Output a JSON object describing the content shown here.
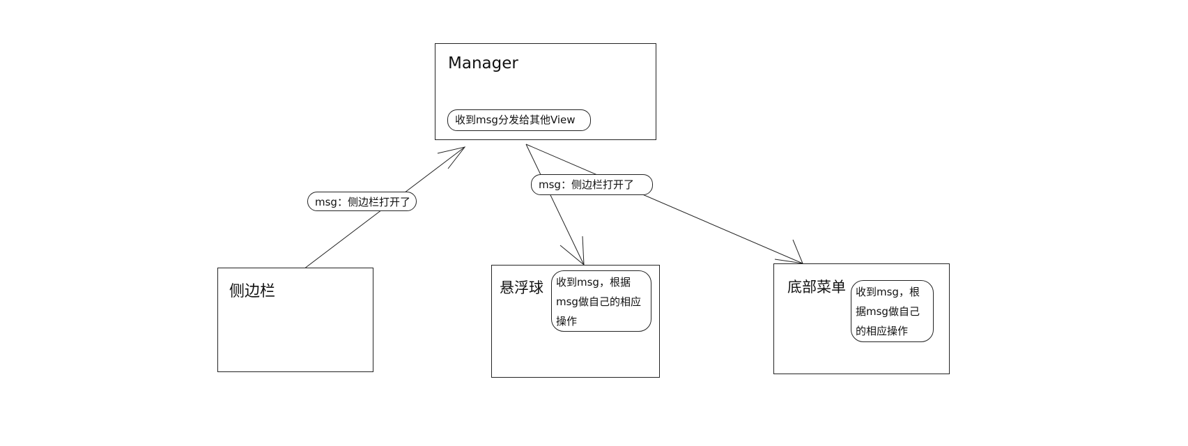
{
  "manager": {
    "title": "Manager",
    "note": "收到msg分发给其他View"
  },
  "sidebar": {
    "title": "侧边栏"
  },
  "floating_ball": {
    "title": "悬浮球",
    "note": "收到msg，根据msg做自己的相应操作"
  },
  "bottom_menu": {
    "title": "底部菜单",
    "note": "收到msg，根据msg做自己的相应操作"
  },
  "edges": {
    "sidebar_to_manager": "msg：侧边栏打开了",
    "manager_to_views": "msg：侧边栏打开了"
  },
  "colors": {
    "stroke": "#222222",
    "background": "#ffffff"
  }
}
